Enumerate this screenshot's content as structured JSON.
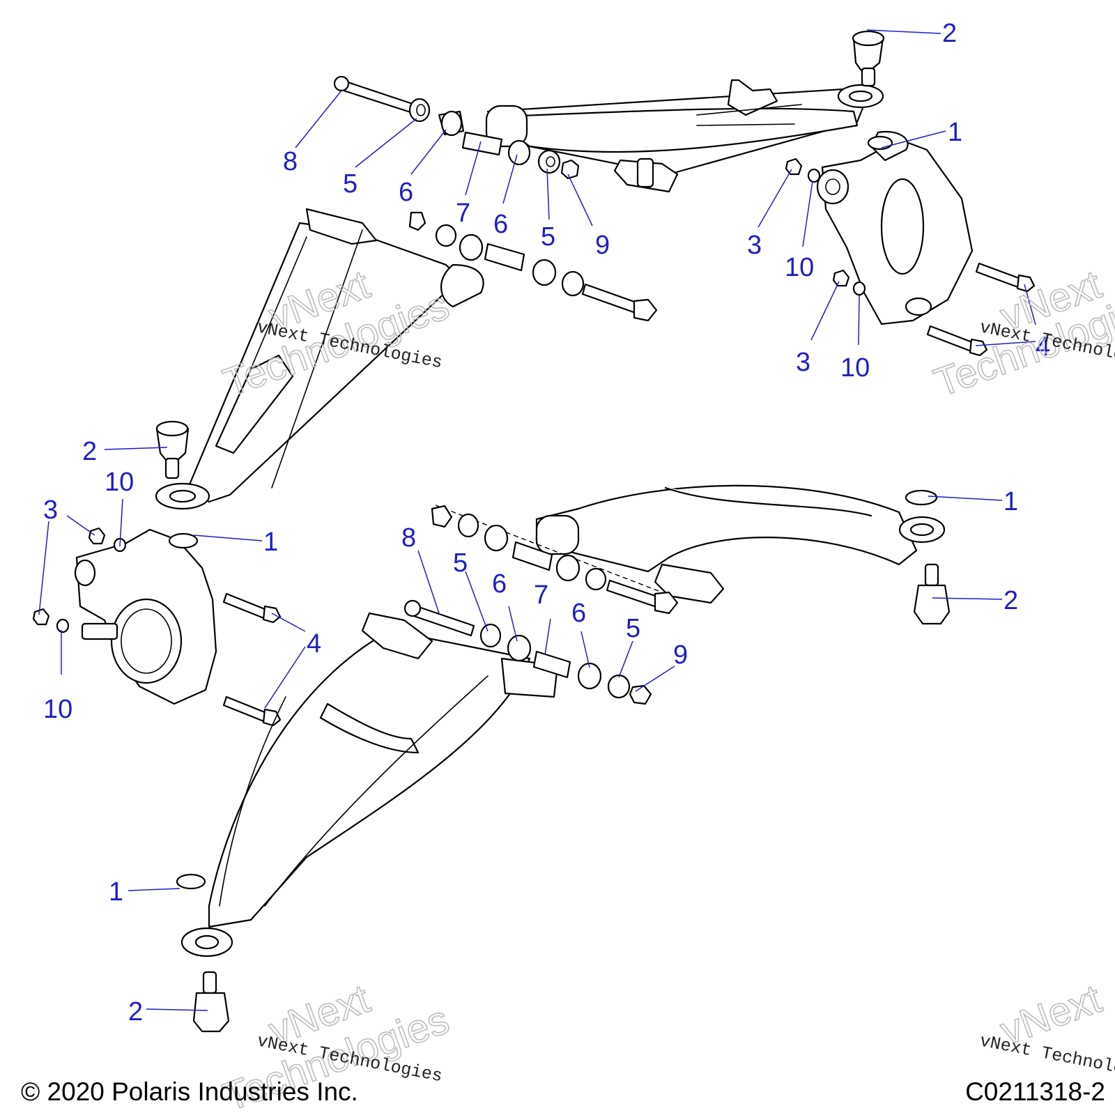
{
  "callouts": [
    {
      "label": "2"
    },
    {
      "label": "1"
    },
    {
      "label": "8"
    },
    {
      "label": "5"
    },
    {
      "label": "6"
    },
    {
      "label": "7"
    },
    {
      "label": "6"
    },
    {
      "label": "5"
    },
    {
      "label": "9"
    },
    {
      "label": "3"
    },
    {
      "label": "10"
    },
    {
      "label": "3"
    },
    {
      "label": "10"
    },
    {
      "label": "4"
    },
    {
      "label": "2"
    },
    {
      "label": "10"
    },
    {
      "label": "3"
    },
    {
      "label": "1"
    },
    {
      "label": "10"
    },
    {
      "label": "4"
    },
    {
      "label": "8"
    },
    {
      "label": "5"
    },
    {
      "label": "6"
    },
    {
      "label": "7"
    },
    {
      "label": "6"
    },
    {
      "label": "5"
    },
    {
      "label": "9"
    },
    {
      "label": "1"
    },
    {
      "label": "2"
    },
    {
      "label": "1"
    },
    {
      "label": "2"
    }
  ],
  "watermark": {
    "serif_text": "vNext Technologies",
    "outline_line1": "vNext",
    "outline_line2": "Technologies"
  },
  "footer": {
    "copyright": "© 2020 Polaris Industries Inc.",
    "figure_id": "C0211318-2"
  },
  "colors": {
    "callout": "#1e1ec8",
    "line_art": "#000000",
    "watermark_outline": "#bdbdbd"
  }
}
